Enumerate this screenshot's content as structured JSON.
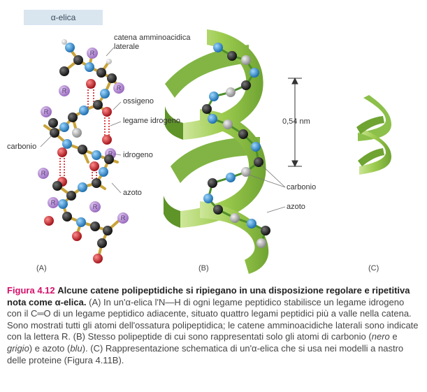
{
  "panel_title": "α-elica",
  "labels": {
    "a_side_chain": "catena amminoacidica laterale",
    "a_side_chain_line1": "catena amminoacidica",
    "a_side_chain_line2": "laterale",
    "a_oxygen": "ossigeno",
    "a_hbond": "legame idrogeno",
    "a_carbon": "carbonio",
    "a_hydrogen": "idrogeno",
    "a_nitrogen": "azoto",
    "b_pitch": "0,54 nm",
    "b_carbon": "carbonio",
    "b_nitrogen": "azoto",
    "r_symbol": "R"
  },
  "panels": [
    "(A)",
    "(B)",
    "(C)"
  ],
  "caption": {
    "figure_number": "Figura 4.12",
    "title": "Alcune catene polipeptidiche si ripiegano in una disposizione regolare e ripetitiva nota come α-elica.",
    "text_1": "(A) In un'α-elica l'N—H di ogni legame peptidico stabilisce un legame idrogeno con il C═O di un legame peptidico adiacente, situato quattro legami peptidici più a valle nella catena. Sono mostrati tutti gli atomi dell'ossatura polipeptidica; le catene amminoacidiche laterali sono indicate con la lettera R. (B) Stesso polipeptide di cui sono rappresentati solo gli atomi di carbonio (",
    "italic_1": "nero",
    "text_2": " e ",
    "italic_2": "grigio",
    "text_3": ") e azoto (",
    "italic_3": "blu",
    "text_4": "). (C) Rappresentazione schematica di un'α-elica che si usa nei modelli a nastro delle proteine (Figura 4.11B)."
  },
  "colors": {
    "ribbon": "#9ccb4e",
    "ribbon_dark": "#6fa332",
    "nitrogen": "#2b8fd6",
    "carbon_black": "#2a2a2a",
    "carbon_grey": "#a9a9a9",
    "oxygen": "#d8232a",
    "r_group": "#b48ad4",
    "hydrogen": "#eeeeee",
    "figure_number": "#d4106b"
  }
}
